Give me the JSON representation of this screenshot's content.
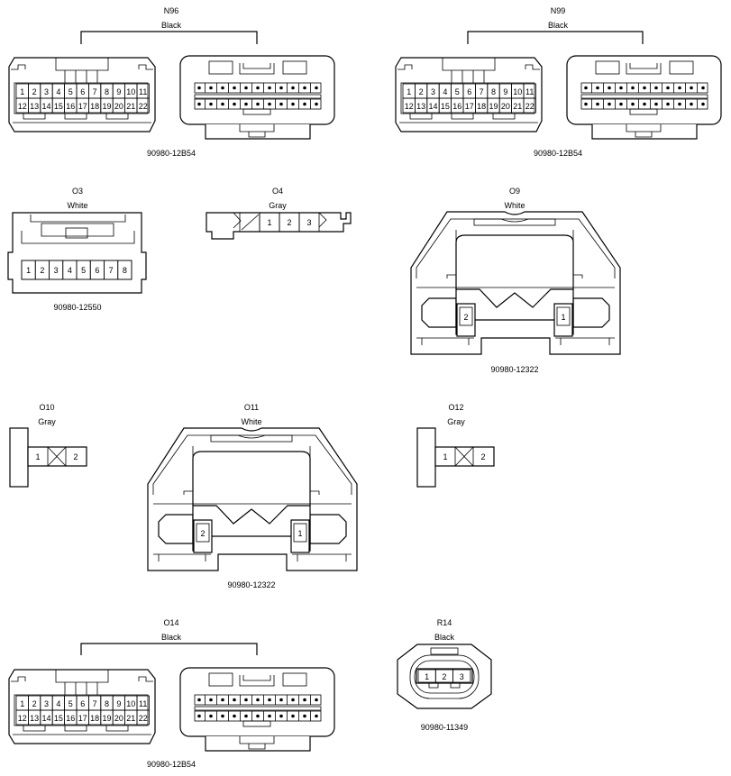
{
  "connectors": {
    "n96": {
      "code": "N96",
      "color": "Black",
      "part": "90980-12B54"
    },
    "n99": {
      "code": "N99",
      "color": "Black",
      "part": "90980-12B54"
    },
    "o3": {
      "code": "O3",
      "color": "White",
      "part": "90980-12550"
    },
    "o4": {
      "code": "O4",
      "color": "Gray"
    },
    "o9": {
      "code": "O9",
      "color": "White",
      "part": "90980-12322"
    },
    "o10": {
      "code": "O10",
      "color": "Gray"
    },
    "o11": {
      "code": "O11",
      "color": "White",
      "part": "90980-12322"
    },
    "o12": {
      "code": "O12",
      "color": "Gray"
    },
    "o14": {
      "code": "O14",
      "color": "Black",
      "part": "90980-12B54"
    },
    "r14": {
      "code": "R14",
      "color": "Black",
      "part": "90980-11349"
    }
  },
  "pins": {
    "c22_top": [
      "1",
      "2",
      "3",
      "4",
      "5",
      "6",
      "7",
      "8",
      "9",
      "10",
      "11"
    ],
    "c22_bottom": [
      "12",
      "13",
      "14",
      "15",
      "16",
      "17",
      "18",
      "19",
      "20",
      "21",
      "22"
    ],
    "o3": [
      "1",
      "2",
      "3",
      "4",
      "5",
      "6",
      "7",
      "8"
    ],
    "o4": [
      "1",
      "2",
      "3"
    ],
    "o9": [
      "2",
      "1"
    ],
    "o10": [
      "1",
      "2"
    ],
    "o11": [
      "2",
      "1"
    ],
    "o12": [
      "1",
      "2"
    ],
    "r14": [
      "1",
      "2",
      "3"
    ]
  }
}
